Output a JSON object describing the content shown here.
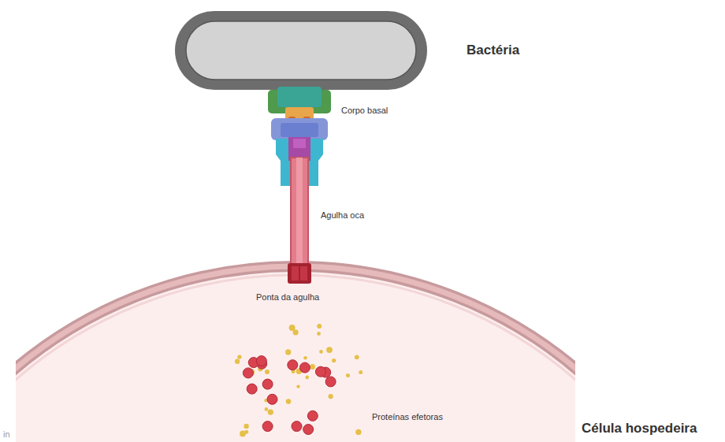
{
  "diagram": {
    "nodes": [
      {
        "text": [
          "Bactéria"
        ]
      },
      {
        "text": [
          "Célula hospedeira"
        ]
      }
    ],
    "labels": [
      "Corpo basal",
      "Agulha oca",
      "Ponta da agulha",
      "Proteínas efetoras",
      "in"
    ]
  }
}
